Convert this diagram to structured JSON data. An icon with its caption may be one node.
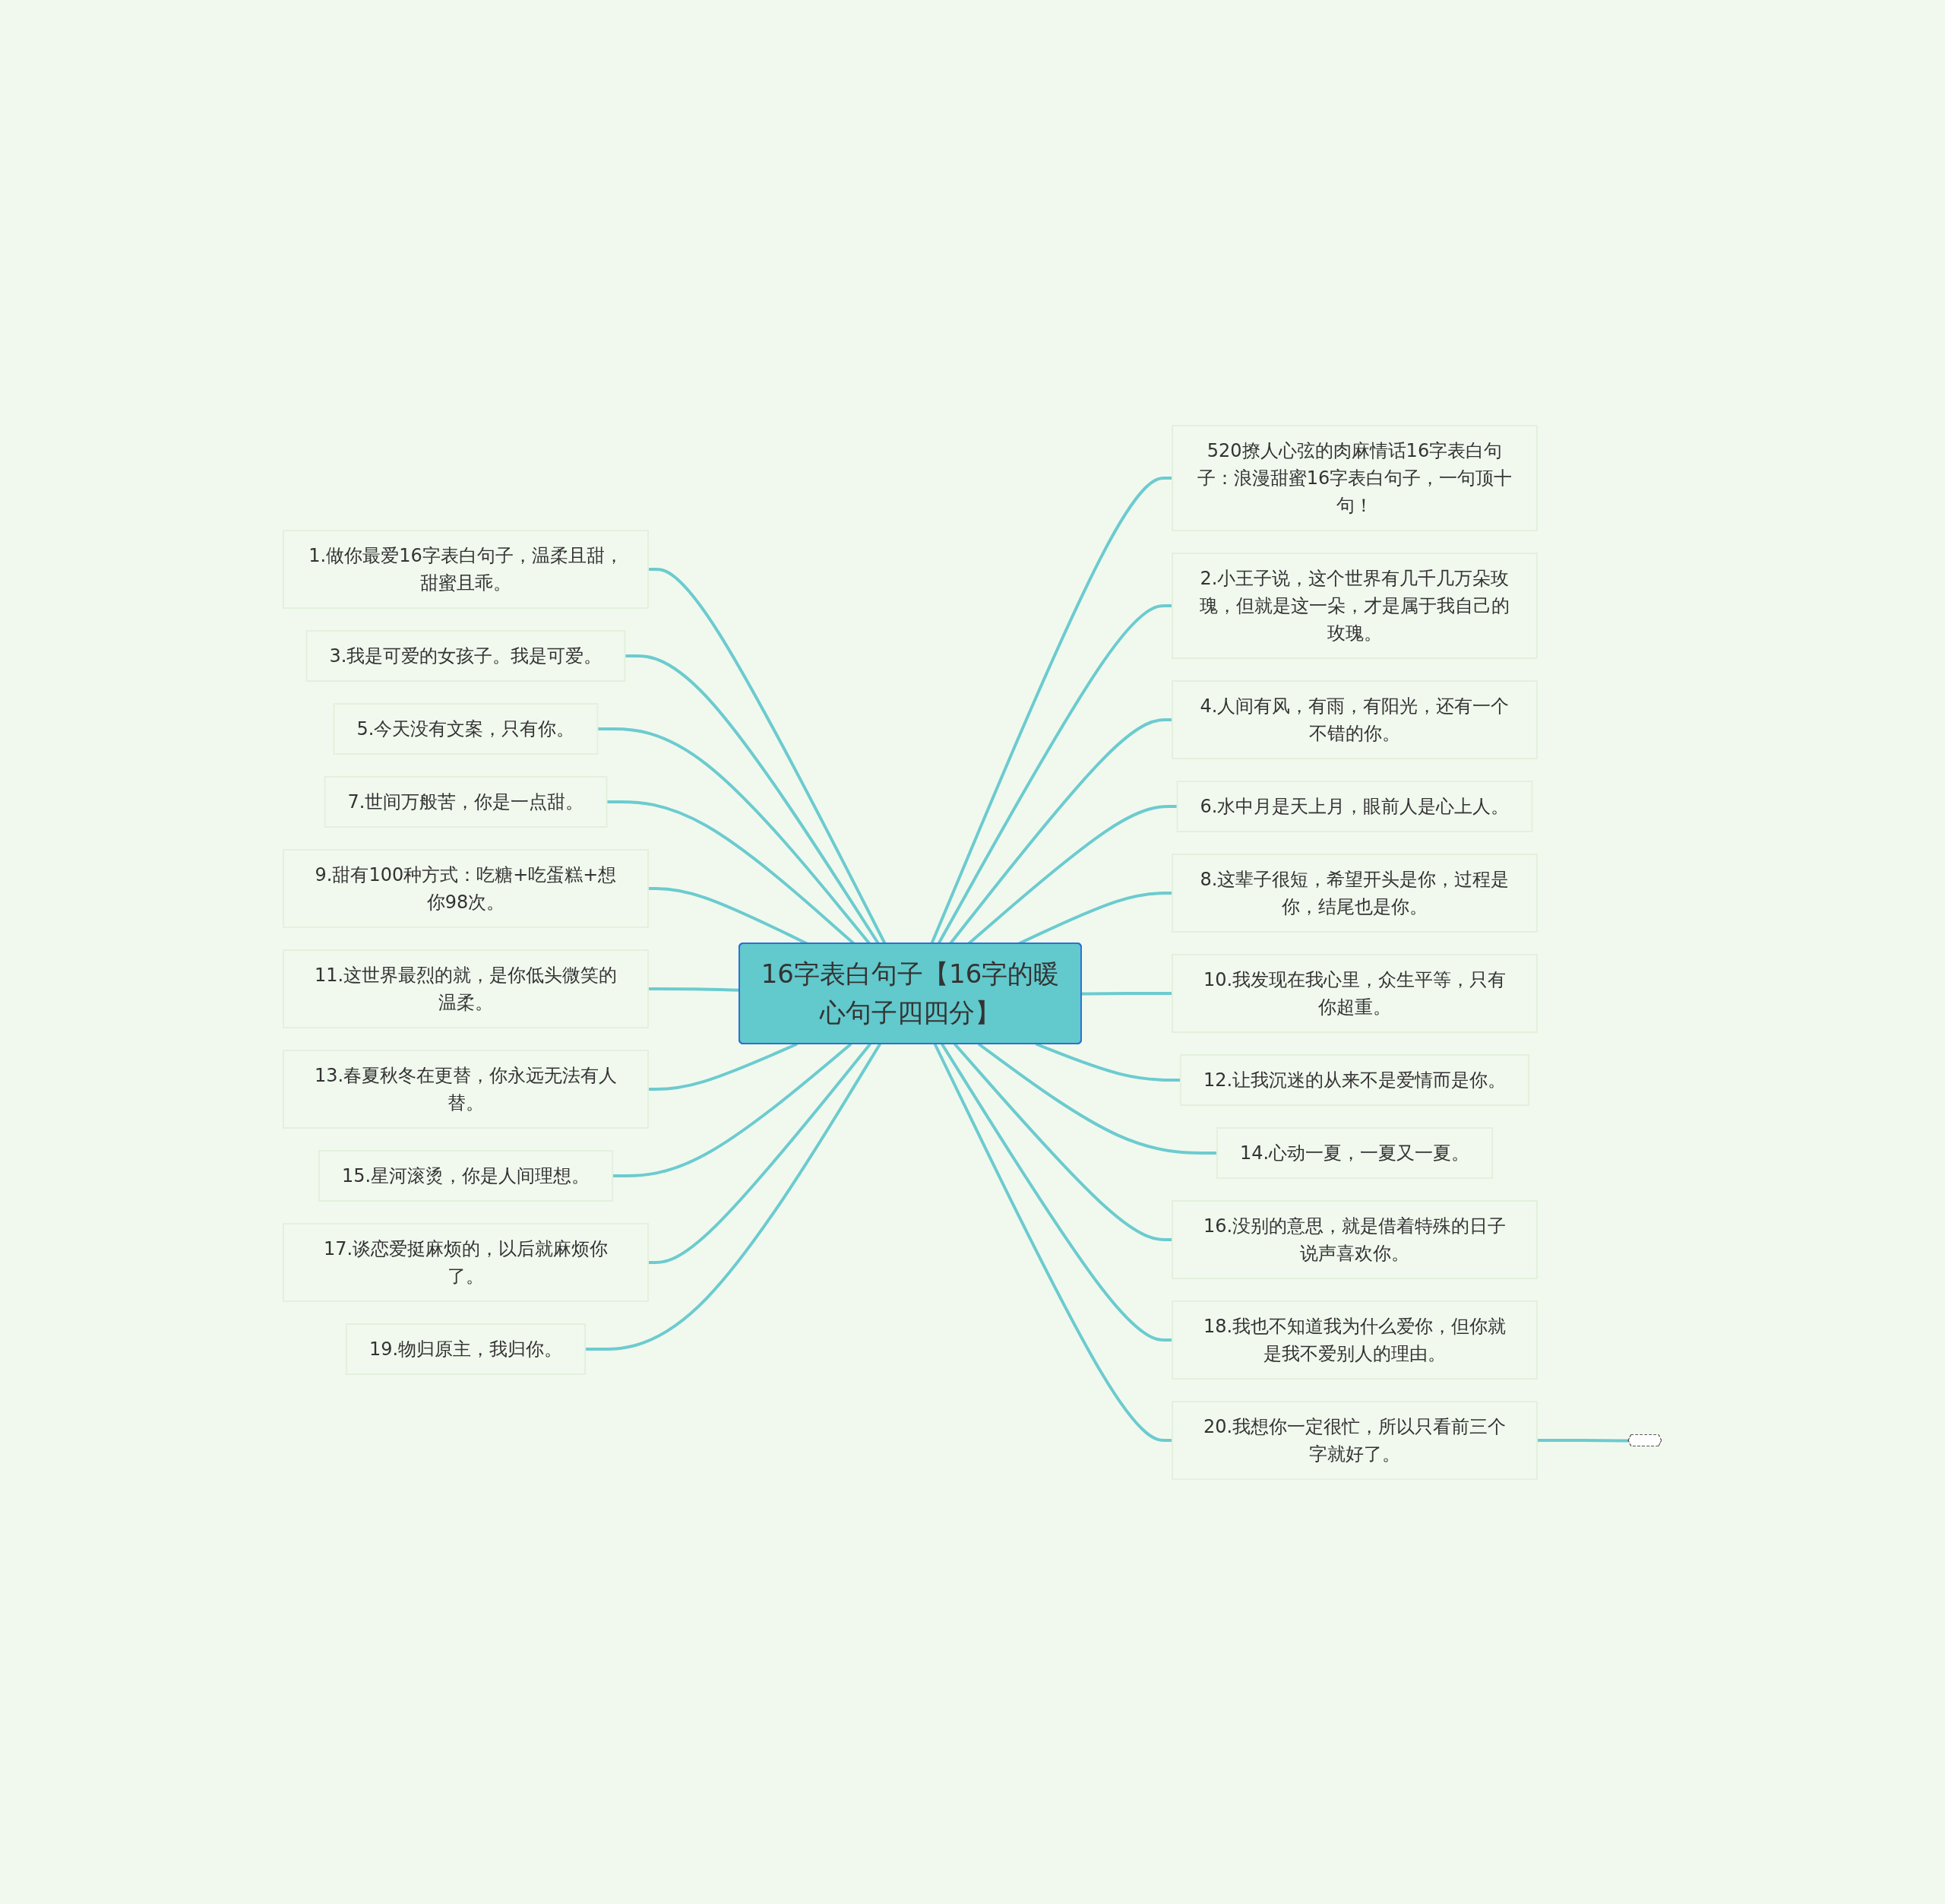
{
  "diagram": {
    "nodes": [
      {
        "text": [
          "16字表白句子【16字的暖心句子四四分】"
        ]
      },
      {
        "text": [
          "520撩人心弦的肉麻情话16字表白句子：浪漫甜蜜16字表白句子，一句顶十句！"
        ]
      },
      {
        "text": [
          "1.做你最爱16字表白句子，温柔且甜，甜蜜且乖。"
        ]
      },
      {
        "text": [
          "2.小王子说，这个世界有几千几万朵玫瑰，但就是这一朵，才是属于我自己的玫瑰。"
        ]
      },
      {
        "text": [
          "3.我是可爱的女孩子。我是可爱。"
        ]
      },
      {
        "text": [
          "4.人间有风，有雨，有阳光，还有一个不错的你。"
        ]
      },
      {
        "text": [
          "5.今天没有文案，只有你。"
        ]
      },
      {
        "text": [
          "6.水中月是天上月，眼前人是心上人。"
        ]
      },
      {
        "text": [
          "7.世间万般苦，你是一点甜。"
        ]
      },
      {
        "text": [
          "8.这辈子很短，希望开头是你，过程是你，结尾也是你。"
        ]
      },
      {
        "text": [
          "9.甜有100种方式：吃糖+吃蛋糕+想你98次。"
        ]
      },
      {
        "text": [
          "10.我发现在我心里，众生平等，只有你超重。"
        ]
      },
      {
        "text": [
          "11.这世界最烈的就，是你低头微笑的温柔。"
        ]
      },
      {
        "text": [
          "12.让我沉迷的从来不是爱情而是你。"
        ]
      },
      {
        "text": [
          "13.春夏秋冬在更替，你永远无法有人替。"
        ]
      },
      {
        "text": [
          "14.心动一夏，一夏又一夏。"
        ]
      },
      {
        "text": [
          "15.星河滚烫，你是人间理想。"
        ]
      },
      {
        "text": [
          "16.没别的意思，就是借着特殊的日子说声喜欢你。"
        ]
      },
      {
        "text": [
          "17.谈恋爱挺麻烦的，以后就麻烦你了。"
        ]
      },
      {
        "text": [
          "18.我也不知道我为什么爱你，但你就是我不爱别人的理由。"
        ]
      },
      {
        "text": [
          "19.物归原主，我归你。"
        ]
      },
      {
        "text": [
          "20.我想你一定很忙，所以只看前三个字就好了。"
        ]
      },
      {
        "text": [],
        "shape": "hexagon"
      }
    ],
    "edges": [
      {
        "from": 0,
        "to": 1,
        "arrow": "none"
      },
      {
        "from": 2,
        "to": 0,
        "arrow": "none"
      },
      {
        "from": 0,
        "to": 3,
        "arrow": "none"
      },
      {
        "from": 4,
        "to": 0,
        "arrow": "none"
      },
      {
        "from": 0,
        "to": 5,
        "arrow": "none"
      },
      {
        "from": 6,
        "to": 0,
        "arrow": "none"
      },
      {
        "from": 0,
        "to": 7,
        "arrow": "none"
      },
      {
        "from": 8,
        "to": 0,
        "arrow": "none"
      },
      {
        "from": 0,
        "to": 9,
        "arrow": "none"
      },
      {
        "from": 10,
        "to": 0,
        "arrow": "none"
      },
      {
        "from": 0,
        "to": 11,
        "arrow": "none"
      },
      {
        "from": 12,
        "to": 0,
        "arrow": "none"
      },
      {
        "from": 0,
        "to": 13,
        "arrow": "none"
      },
      {
        "from": 14,
        "to": 0,
        "arrow": "none"
      },
      {
        "from": 0,
        "to": 15,
        "arrow": "none"
      },
      {
        "from": 16,
        "to": 0,
        "arrow": "none"
      },
      {
        "from": 0,
        "to": 17,
        "arrow": "none"
      },
      {
        "from": 18,
        "to": 0,
        "arrow": "none"
      },
      {
        "from": 0,
        "to": 19,
        "arrow": "none"
      },
      {
        "from": 20,
        "to": 0,
        "arrow": "none"
      },
      {
        "from": 0,
        "to": 21,
        "arrow": "none"
      },
      {
        "from": 21,
        "to": 22,
        "arrow": "none"
      }
    ]
  }
}
